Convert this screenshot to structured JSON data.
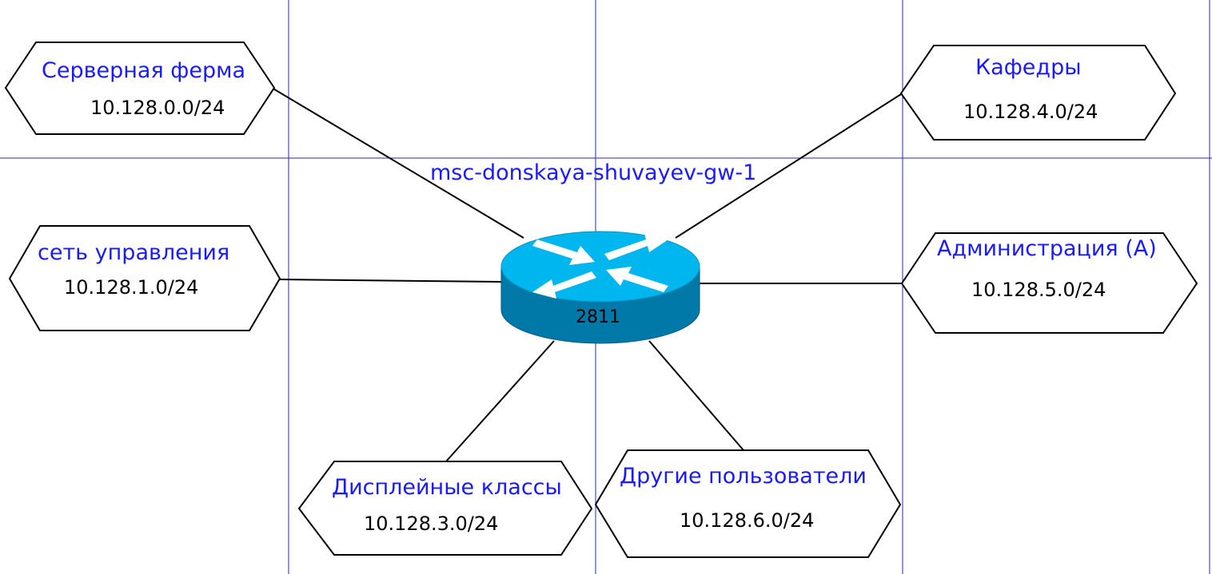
{
  "diagram": {
    "router": {
      "hostname": "msc-donskaya-shuvayev-gw-1",
      "model": "2811",
      "icon": "router-icon",
      "colors": {
        "top": "#00b6ee",
        "body": "#0079a8",
        "arrows": "#ffffff"
      }
    },
    "networks": [
      {
        "id": "server-farm",
        "name": "Серверная ферма",
        "subnet": "10.128.0.0/24"
      },
      {
        "id": "management",
        "name": "сеть управления",
        "subnet": "10.128.1.0/24"
      },
      {
        "id": "display-classes",
        "name": "Дисплейные классы",
        "subnet": "10.128.3.0/24"
      },
      {
        "id": "departments",
        "name": "Кафедры",
        "subnet": "10.128.4.0/24"
      },
      {
        "id": "administration",
        "name": "Администрация (А)",
        "subnet": "10.128.5.0/24"
      },
      {
        "id": "other-users",
        "name": "Другие пользователи",
        "subnet": "10.128.6.0/24"
      }
    ],
    "colors": {
      "grid": "#2a2aa8",
      "links": "#000000",
      "labels": "#1a1aff"
    }
  }
}
